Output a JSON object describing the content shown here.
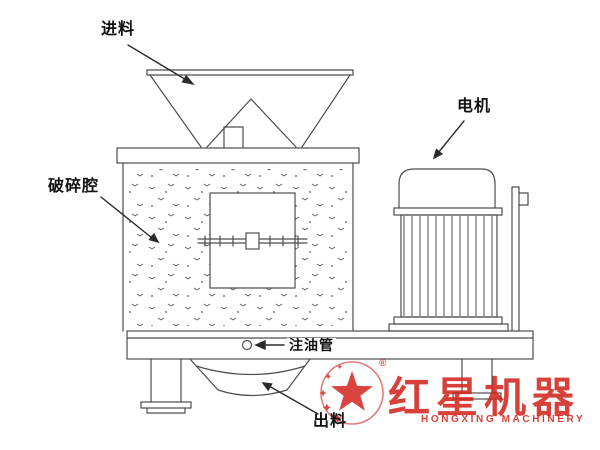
{
  "labels": {
    "feed": "进料",
    "motor": "电机",
    "crushing_chamber": "破碎腔",
    "oil_pipe": "注油管",
    "discharge": "出料"
  },
  "watermark": {
    "brand_cn": "红星机器",
    "brand_en": "HONGXING MACHINERY",
    "registered_mark": "®"
  },
  "colors": {
    "line": "#4d4d4d",
    "annotation": "#2b2b2b",
    "watermark_red": "#d3261f"
  }
}
